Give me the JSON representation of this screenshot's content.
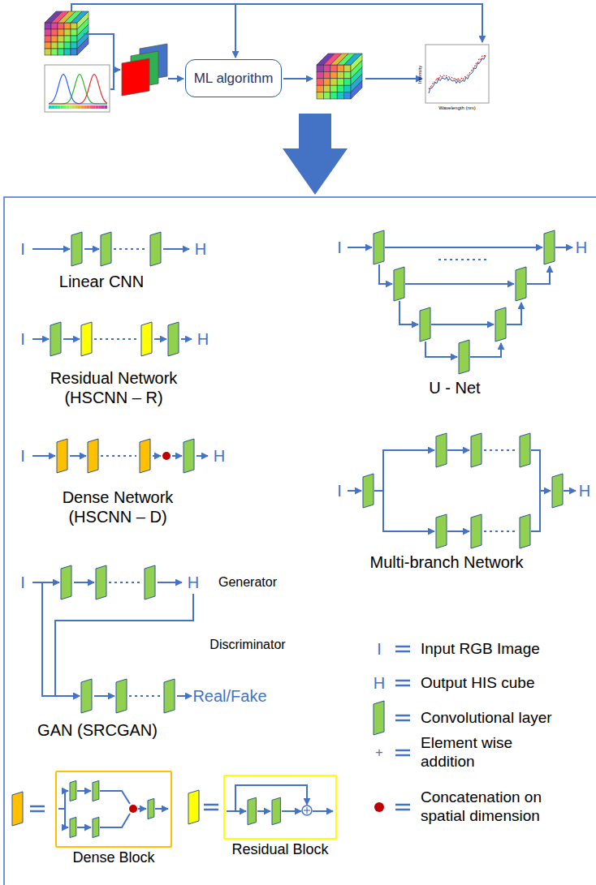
{
  "diagram": {
    "nodes": [
      {
        "text": [
          "ML algorithm"
        ]
      },
      {
        "text": [
          "Dense Block"
        ]
      },
      {
        "text": [
          "Residual Block"
        ]
      }
    ],
    "labels": [
      "Intensity",
      "Wavelength (nm)",
      "I",
      "H",
      "Linear CNN",
      "I",
      "H",
      "Residual Network (HSCNN – R)",
      "I",
      "H",
      "Dense Network (HSCNN – D)",
      "I",
      "H",
      "Generator",
      "Discriminator",
      "Real/Fake",
      "GAN (SRCGAN)",
      "I",
      "H",
      "U - Net",
      "I",
      "H",
      "Multi-branch Network",
      "I",
      "H",
      "+"
    ],
    "legend": [
      {
        "text": "Input RGB Image"
      },
      {
        "text": "Output HIS cube"
      },
      {
        "text": "Convolutional layer",
        "color": "#92d050"
      },
      {
        "text": "Element wise addition"
      },
      {
        "text": "Concatenation on spatial dimension",
        "color": "#c00000"
      }
    ]
  }
}
